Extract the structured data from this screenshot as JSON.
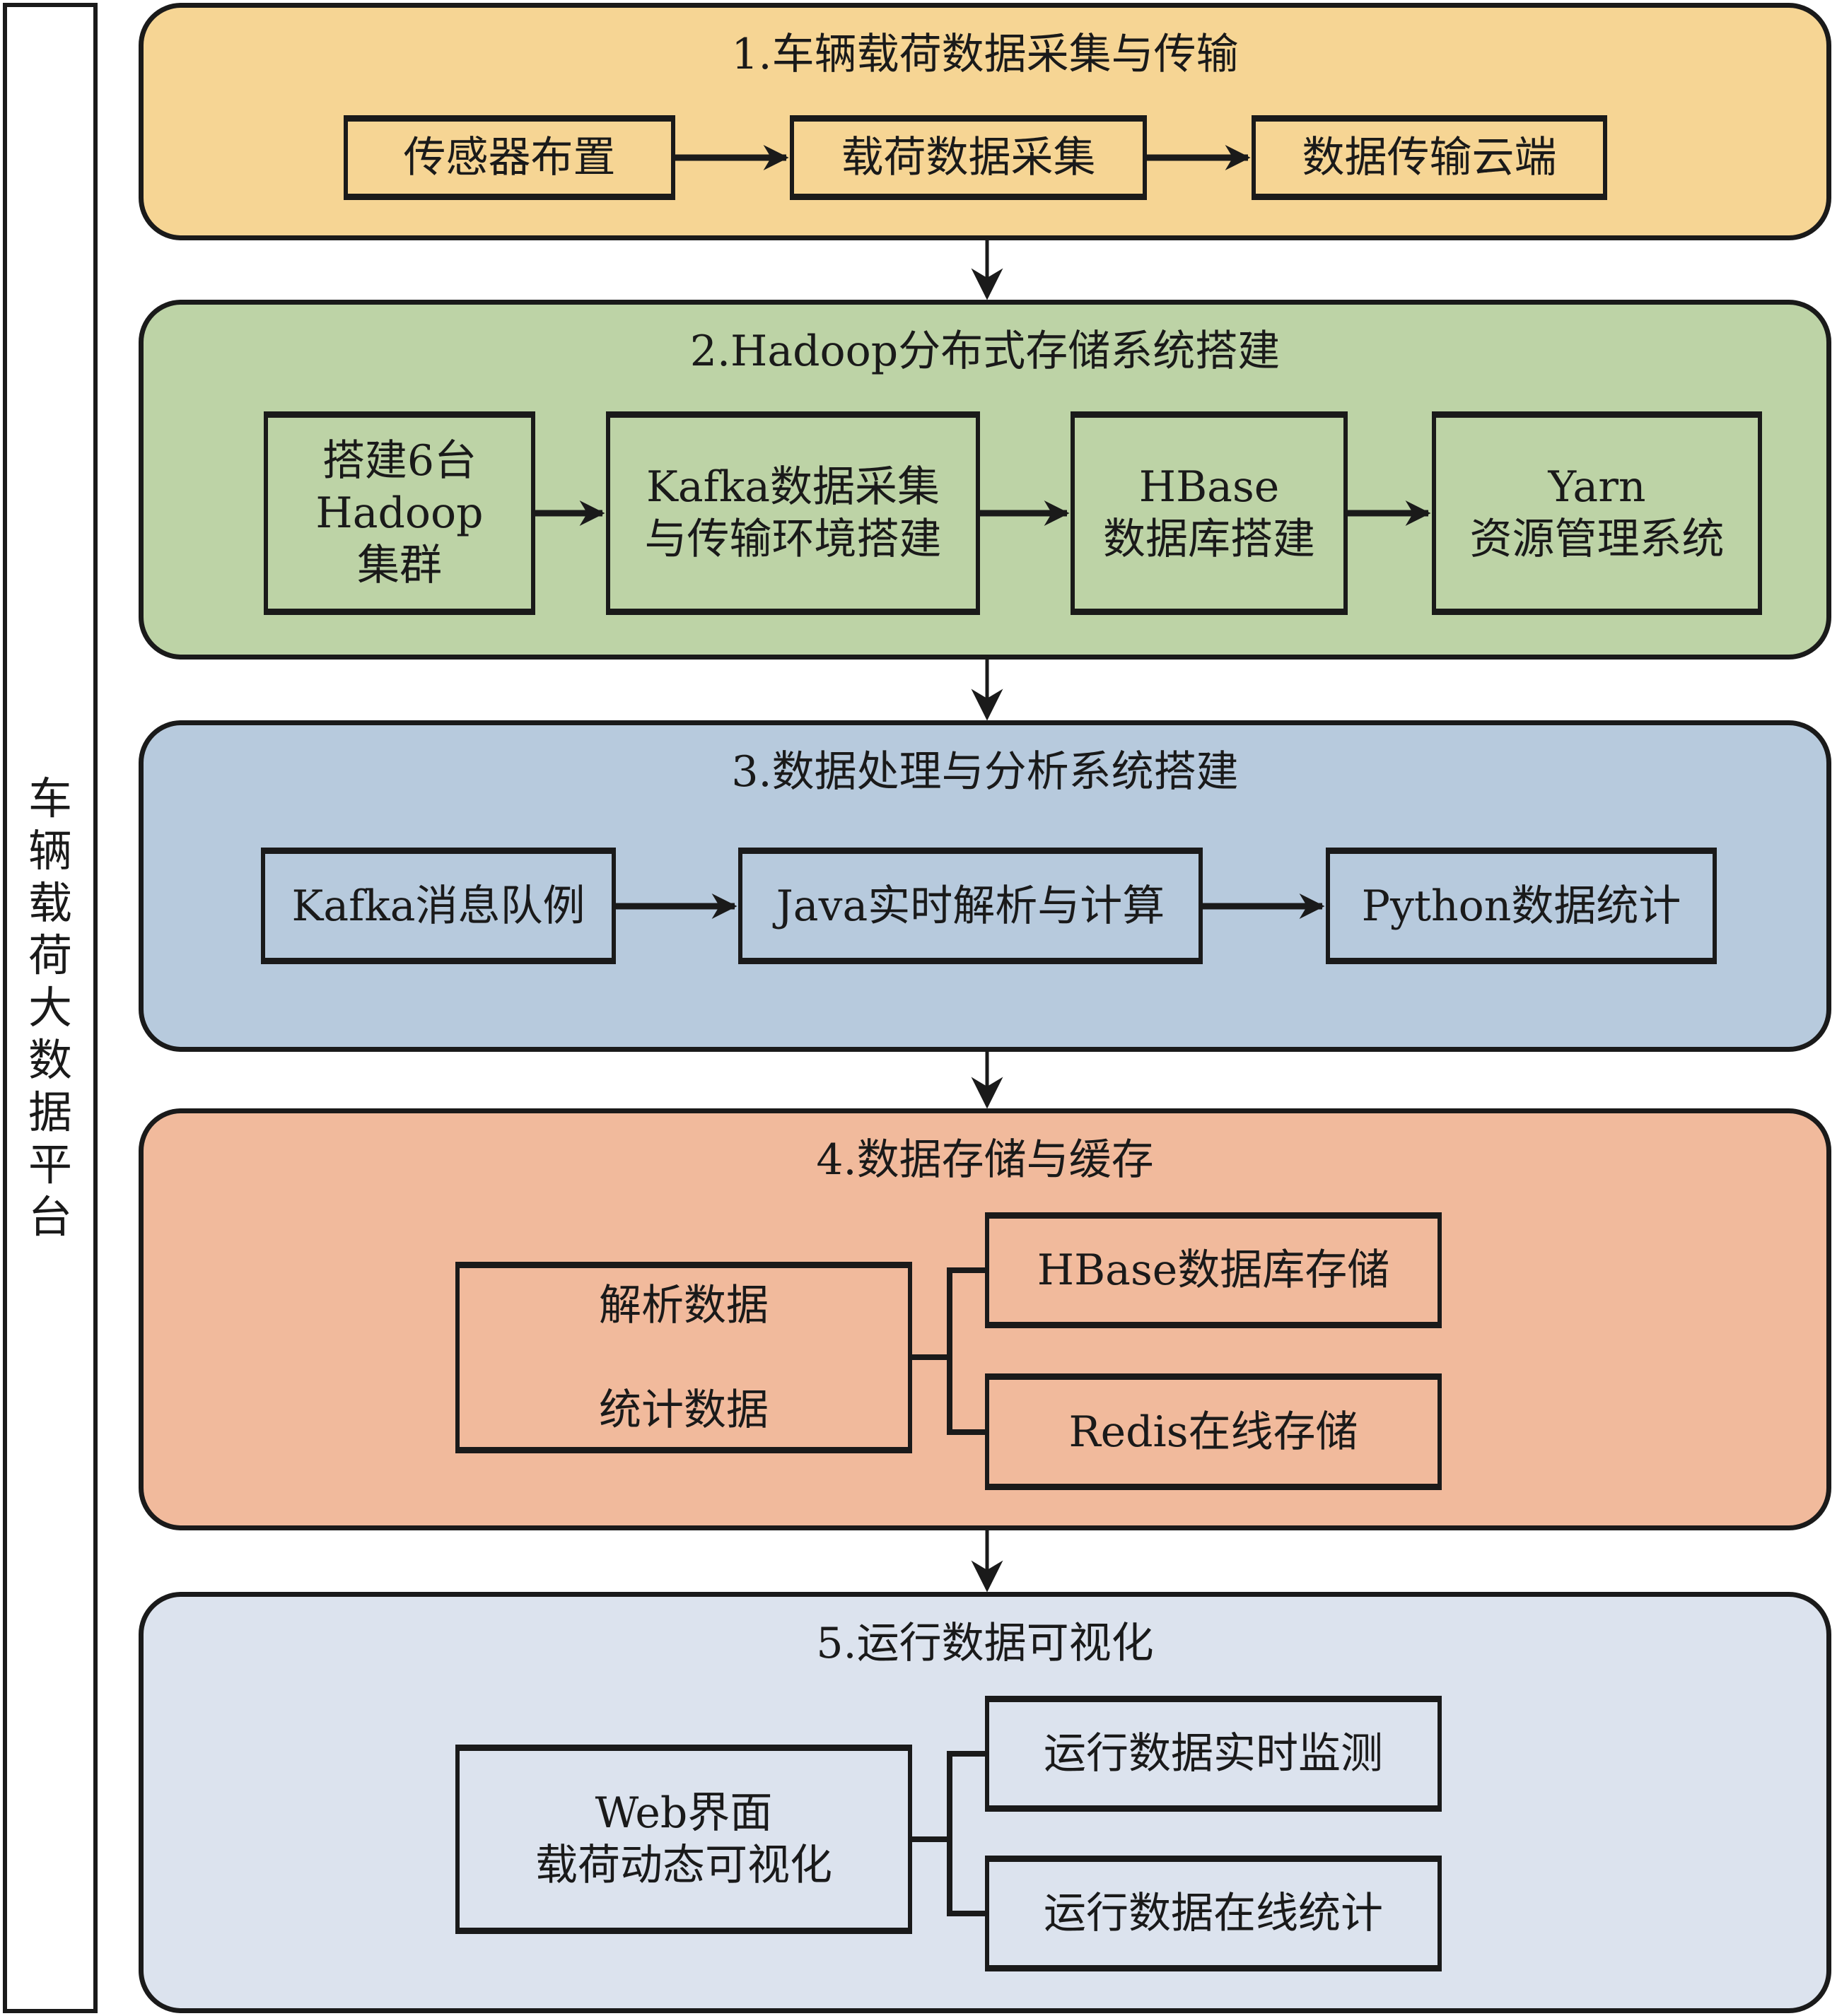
{
  "platform_label": "车辆载荷大数据平台",
  "colors": {
    "section1": "#F6D594",
    "section2": "#BDD3A6",
    "section3": "#B7CADD",
    "section4": "#F1BA9C",
    "section5": "#DCE3EE",
    "stroke": "#1a1a1a"
  },
  "sections": [
    {
      "title": "1.车辆载荷数据采集与传输",
      "steps": [
        "传感器布置",
        "载荷数据采集",
        "数据传输云端"
      ]
    },
    {
      "title": "2.Hadoop分布式存储系统搭建",
      "steps": [
        "搭建6台\nHadoop\n集群",
        "Kafka数据采集\n与传输环境搭建",
        "HBase\n数据库搭建",
        "Yarn\n资源管理系统"
      ]
    },
    {
      "title": "3.数据处理与分析系统搭建",
      "steps": [
        "Kafka消息队例",
        "Java实时解析与计算",
        "Python数据统计"
      ]
    },
    {
      "title": "4.数据存储与缓存",
      "source": "解析数据\n\n统计数据",
      "targets": [
        "HBase数据库存储",
        "Redis在线存储"
      ]
    },
    {
      "title": "5.运行数据可视化",
      "source": "Web界面\n载荷动态可视化",
      "targets": [
        "运行数据实时监测",
        "运行数据在线统计"
      ]
    }
  ]
}
